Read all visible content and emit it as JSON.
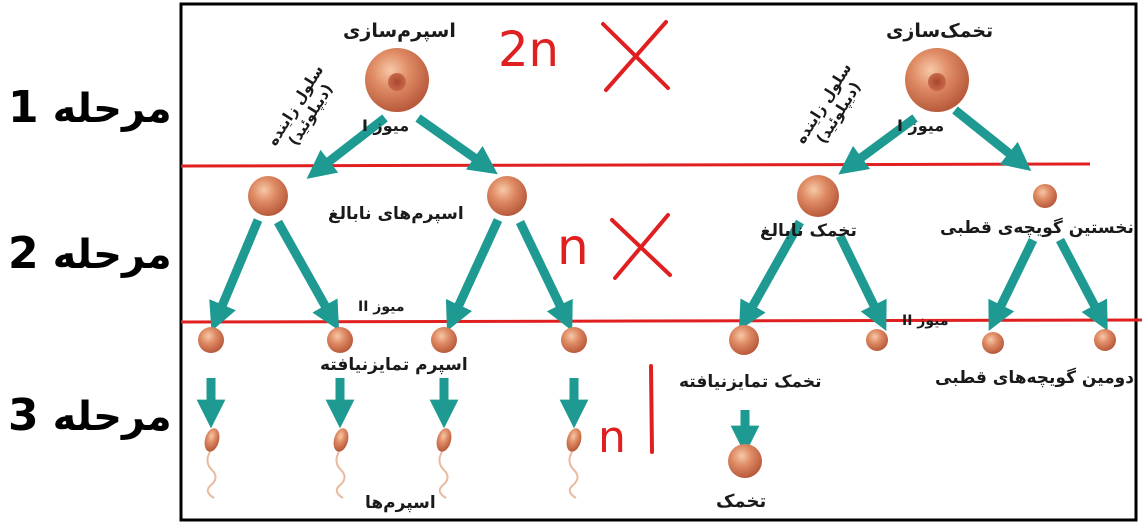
{
  "stages": [
    {
      "label": "مرحله",
      "number": "1"
    },
    {
      "label": "مرحله",
      "number": "2"
    },
    {
      "label": "مرحله",
      "number": "3"
    }
  ],
  "spermatogenesis": {
    "title": "اسپرم‌سازی",
    "germ_cell_line1": "سلول زاینده",
    "germ_cell_line2": "(دیپلوئید)",
    "meiosis1": "میوز I",
    "immature_sperms": "اسپرم‌های نابالغ",
    "meiosis2": "میوز II",
    "undifferentiated_sperm": "اسپرم تمایزنیافته",
    "sperms": "اسپرم‌ها"
  },
  "oogenesis": {
    "title": "تخمک‌سازی",
    "germ_cell_line1": "سلول زاینده",
    "germ_cell_line2": "(دیپلوئید)",
    "meiosis1": "میوز I",
    "immature_egg": "تخمک نابالغ",
    "first_polar_body": "نخستین گویچه‌ی قطبی",
    "meiosis2": "میوز II",
    "undifferentiated_egg": "تخمک تمایزنیافته",
    "second_polar_bodies": "دومین گویچه‌های قطبی",
    "egg": "تخمک"
  },
  "annotations": {
    "ploidy_stage1": "2n",
    "ploidy_stage2": "n",
    "ploidy_stage3": "n"
  },
  "colors": {
    "cell": "#d9775a",
    "arrow": "#2aa39b",
    "annotation": "#e02020",
    "border": "#000000"
  }
}
